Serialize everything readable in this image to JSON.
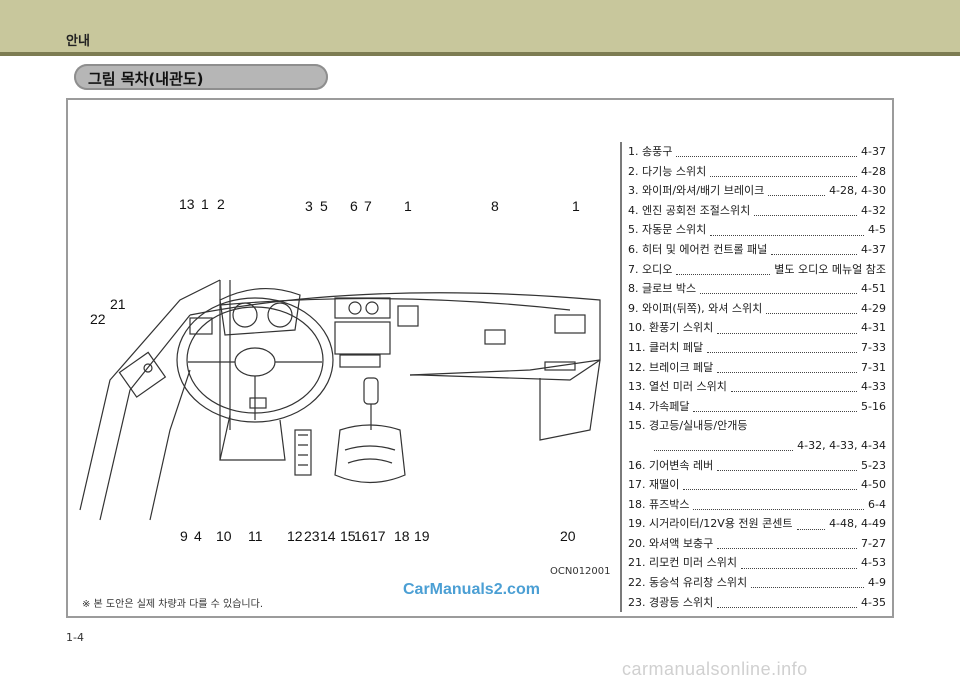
{
  "header": {
    "section": "안내"
  },
  "heading": "그림 목차(내관도)",
  "figure": {
    "code": "OCN012001",
    "note": "※ 본 도안은 실제 차량과 다를 수 있습니다.",
    "top_callouts": [
      "13",
      "1",
      "2",
      "3",
      "5",
      "6",
      "7",
      "1",
      "8",
      "1"
    ],
    "left_callouts": [
      "21",
      "22"
    ],
    "bottom_callouts": [
      "9",
      "4",
      "10",
      "11",
      "12",
      "23",
      "14",
      "15",
      "16",
      "17",
      "18",
      "19",
      "20"
    ]
  },
  "watermark": "CarManuals2.com",
  "index": [
    {
      "label": "1. 송풍구",
      "page": "4-37"
    },
    {
      "label": "2. 다기능 스위치",
      "page": "4-28"
    },
    {
      "label": "3. 와이퍼/와셔/배기 브레이크",
      "page": "4-28, 4-30"
    },
    {
      "label": "4. 엔진 공회전 조절스위치",
      "page": "4-32"
    },
    {
      "label": "5. 자동문 스위치",
      "page": "4-5"
    },
    {
      "label": "6. 히터 및 에어컨 컨트롤 패널",
      "page": "4-37"
    },
    {
      "label": "7. 오디오",
      "page": "별도 오디오 메뉴얼 참조"
    },
    {
      "label": "8. 글로브 박스",
      "page": "4-51"
    },
    {
      "label": "9. 와이퍼(뒤쪽), 와셔 스위치",
      "page": "4-29"
    },
    {
      "label": "10. 환풍기 스위치",
      "page": "4-31"
    },
    {
      "label": "11. 클러치 페달",
      "page": "7-33"
    },
    {
      "label": "12. 브레이크 페달",
      "page": "7-31"
    },
    {
      "label": "13. 열선 미러 스위치",
      "page": "4-33"
    },
    {
      "label": "14. 가속페달",
      "page": "5-16"
    },
    {
      "label": "15. 경고등/실내등/안개등",
      "page": ""
    },
    {
      "label": "",
      "page": "4-32, 4-33, 4-34"
    },
    {
      "label": "16. 기어변속 레버",
      "page": "5-23"
    },
    {
      "label": "17. 재떨이",
      "page": "4-50"
    },
    {
      "label": "18. 퓨즈박스",
      "page": "6-4"
    },
    {
      "label": "19. 시거라이터/12V용 전원 콘센트",
      "page": "4-48, 4-49"
    },
    {
      "label": "20. 와셔액 보충구",
      "page": "7-27"
    },
    {
      "label": "21. 리모컨 미러 스위치",
      "page": "4-53"
    },
    {
      "label": "22. 동승석 유리창 스위치",
      "page": "4-9"
    },
    {
      "label": "23. 경광등 스위치",
      "page": "4-35"
    }
  ],
  "page_number": "1-4",
  "footer_watermark": "carmanualsonline.info"
}
